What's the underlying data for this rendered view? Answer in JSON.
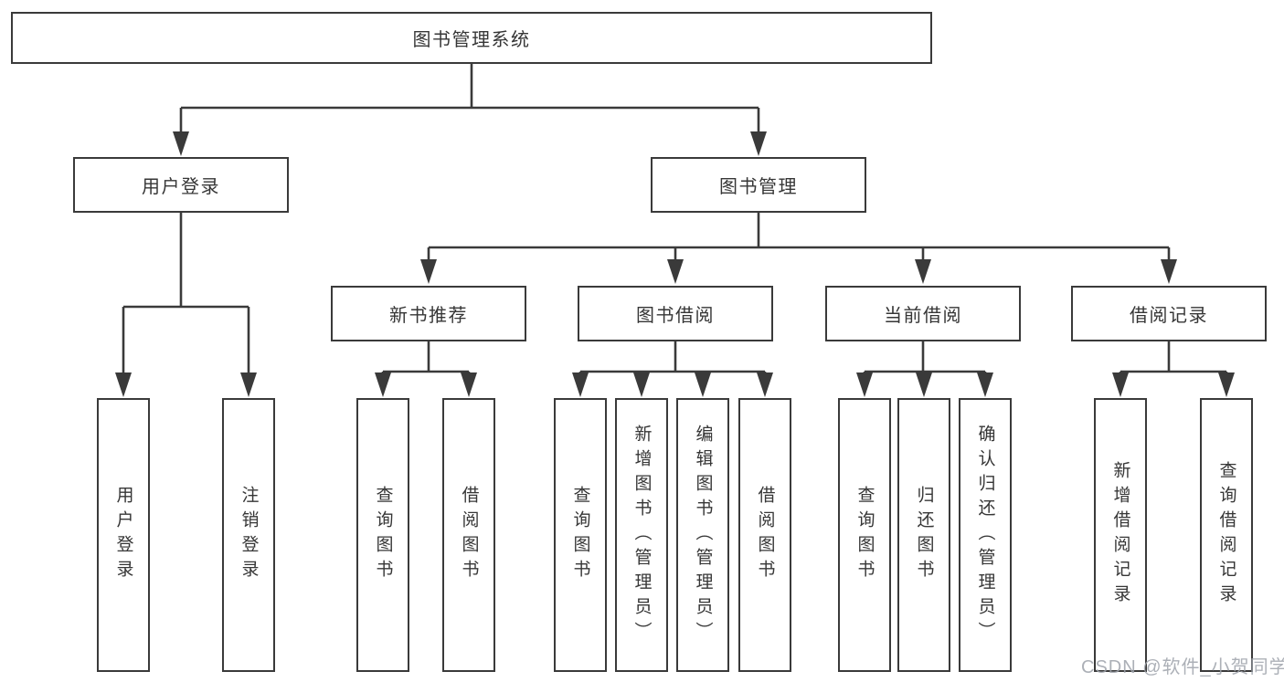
{
  "tree": {
    "label": "图书管理系统",
    "children": [
      {
        "label": "用户登录",
        "children": [
          {
            "label": "用户登录"
          },
          {
            "label": "注销登录"
          }
        ]
      },
      {
        "label": "图书管理",
        "children": [
          {
            "label": "新书推荐",
            "children": [
              {
                "label": "查询图书"
              },
              {
                "label": "借阅图书"
              }
            ]
          },
          {
            "label": "图书借阅",
            "children": [
              {
                "label": "查询图书"
              },
              {
                "label": "新增图书（管理员）"
              },
              {
                "label": "编辑图书（管理员）"
              },
              {
                "label": "借阅图书"
              }
            ]
          },
          {
            "label": "当前借阅",
            "children": [
              {
                "label": "查询图书"
              },
              {
                "label": "归还图书"
              },
              {
                "label": "确认归还（管理员）"
              }
            ]
          },
          {
            "label": "借阅记录",
            "children": [
              {
                "label": "新增借阅记录"
              },
              {
                "label": "查询借阅记录"
              }
            ]
          }
        ]
      }
    ]
  },
  "watermark": {
    "text": "CSDN @软件_小贺同学"
  },
  "colors": {
    "line": "#3a3a3a",
    "text": "#363636",
    "background": "#ffffff",
    "watermark": "#9ea2aa"
  }
}
